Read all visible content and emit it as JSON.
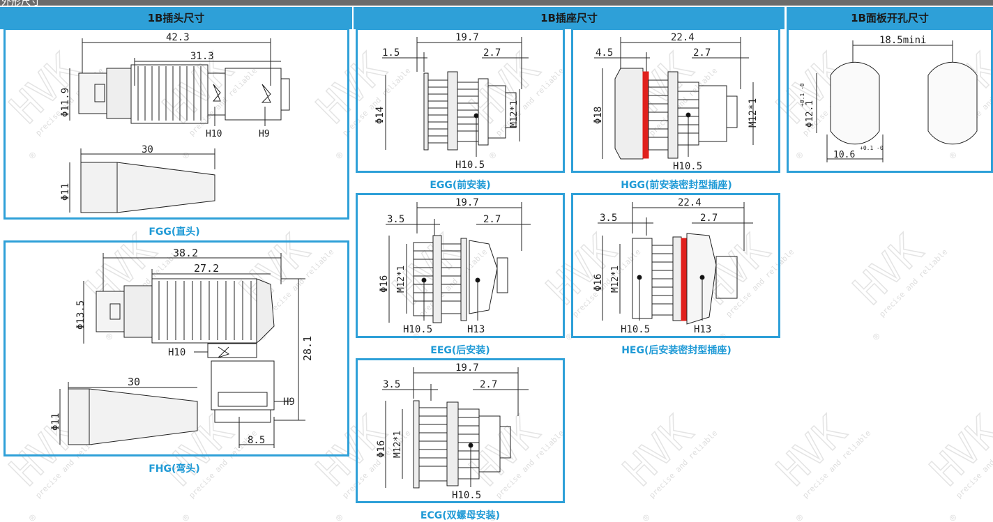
{
  "top_title": "外形尺寸",
  "headers": {
    "plug": "1B插头尺寸",
    "socket": "1B插座尺寸",
    "panel": "1B面板开孔尺寸"
  },
  "captions": {
    "fgg": "FGG(直头)",
    "fhg": "FHG(弯头)",
    "egg": "EGG(前安装)",
    "hgg": "HGG(前安装密封型插座)",
    "eeg": "EEG(后安装)",
    "heg": "HEG(后安装密封型插座)",
    "ecg": "ECG(双螺母安装)"
  },
  "dims": {
    "fgg": {
      "total": "42.3",
      "body": "31.3",
      "dia": "Φ11.9",
      "h10": "H10",
      "h9": "H9",
      "boot": "30",
      "boot_dia": "Φ11"
    },
    "fhg": {
      "total": "38.2",
      "body": "27.2",
      "dia": "Φ13.5",
      "h10": "H10",
      "h9": "H9",
      "height": "28.1",
      "boot": "30",
      "boot_dia": "Φ11",
      "offset": "8.5"
    },
    "egg": {
      "total": "19.7",
      "flange": "1.5",
      "tail": "2.7",
      "dia": "Φ14",
      "thread": "M12*1",
      "nut": "H10.5"
    },
    "hgg": {
      "total": "22.4",
      "flange": "4.5",
      "tail": "2.7",
      "dia": "Φ18",
      "thread": "M12*1",
      "nut": "H10.5"
    },
    "eeg": {
      "total": "19.7",
      "flange": "3.5",
      "tail": "2.7",
      "dia": "Φ16",
      "thread": "M12*1",
      "nut": "H10.5",
      "nut2": "H13"
    },
    "heg": {
      "total": "22.4",
      "flange": "3.5",
      "tail": "2.7",
      "dia": "Φ16",
      "thread": "M12*1",
      "nut": "H10.5",
      "nut2": "H13"
    },
    "ecg": {
      "total": "19.7",
      "flange": "3.5",
      "tail": "2.7",
      "dia": "Φ16",
      "thread": "M12*1",
      "nut": "H10.5"
    },
    "cutout": {
      "width": "18.5mini",
      "dia": "Φ12.1",
      "dia_tol": "+0.1 -0",
      "flat": "10.6",
      "flat_tol": "+0.1 -0"
    }
  },
  "watermark": {
    "brand": "HVK",
    "slogan": "precise and reliable",
    "mark": "®"
  },
  "colors": {
    "accent": "#2ea0d8",
    "caption": "#1f9ad6",
    "seal": "#e0201c",
    "line": "#222222"
  }
}
